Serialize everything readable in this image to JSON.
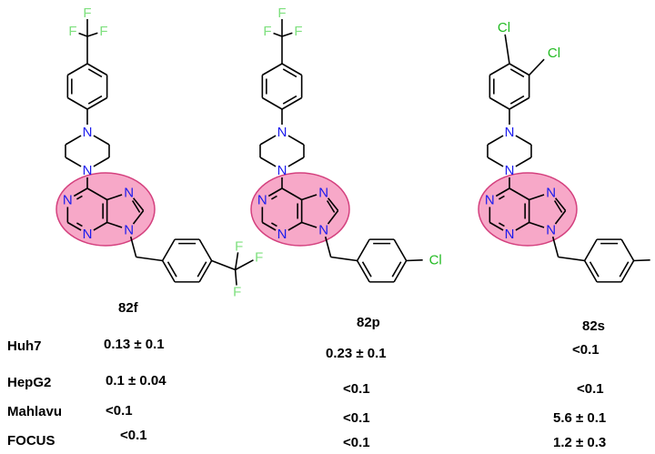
{
  "colors": {
    "bond": "#000000",
    "nitrogen": "#1a1aee",
    "fluorine": "#7ee07e",
    "chlorine": "#22bb22",
    "highlight_fill": "#f7a8c8",
    "highlight_stroke": "#d4407e"
  },
  "atoms": {
    "N": "N",
    "F": "F",
    "Cl": "Cl"
  },
  "compounds": [
    {
      "label": "82f"
    },
    {
      "label": "82p"
    },
    {
      "label": "82s"
    }
  ],
  "cell_lines": [
    "Huh7",
    "HepG2",
    "Mahlavu",
    "FOCUS"
  ],
  "values": {
    "82f": [
      "0.13 ± 0.1",
      "0.1 ± 0.04",
      "<0.1",
      "<0.1"
    ],
    "82p": [
      "0.23 ± 0.1",
      "<0.1",
      "<0.1",
      "<0.1"
    ],
    "82s": [
      "<0.1",
      "<0.1",
      "5.6 ± 0.1",
      "1.2 ± 0.3"
    ]
  }
}
